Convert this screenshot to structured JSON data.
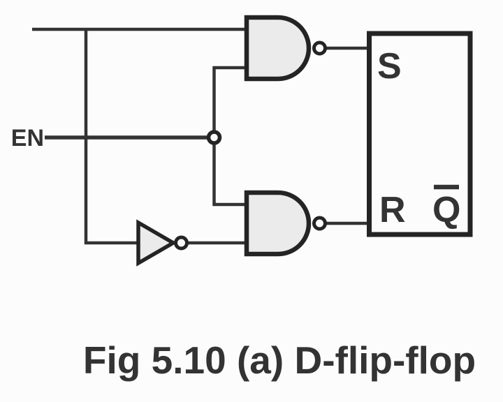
{
  "figure": {
    "caption": "Fig 5.10 (a) D-flip-flop",
    "colors": {
      "background": "#fcfcfc",
      "wire": "#333333",
      "gate_fill": "#ebebeb",
      "gate_stroke": "#242424",
      "text": "#333333"
    }
  },
  "labels": {
    "enable_input": "EN",
    "latch_set": "S",
    "latch_reset": "R",
    "latch_output_complement": "Q"
  }
}
